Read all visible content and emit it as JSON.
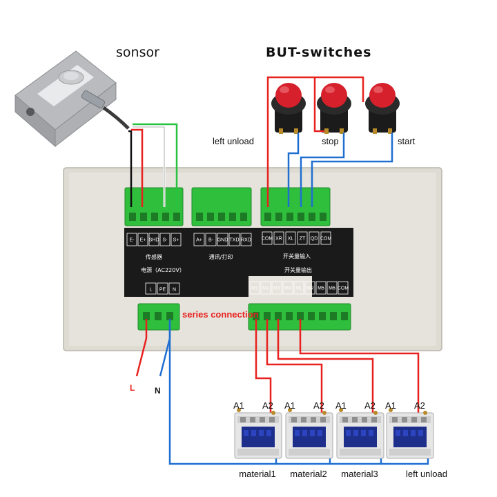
{
  "titles": {
    "sensor": "sonsor",
    "switches": "BUT-switches"
  },
  "button_labels": {
    "left_unload": "left unload",
    "stop": "stop",
    "start": "start"
  },
  "panel": {
    "sensor_terminals": [
      "E-",
      "E+",
      "SHD",
      "S-",
      "S+"
    ],
    "sensor_caption": "传感器",
    "comm_terminals": [
      "A+",
      "B-",
      "GND",
      "TXD",
      "RXD"
    ],
    "comm_caption": "通讯/打印",
    "input_terminals": [
      "COM",
      "XR",
      "XL",
      "ZT",
      "QD",
      "COM"
    ],
    "input_caption": "开关量输入",
    "power_caption": "电源（AC220V）",
    "power_terminals": [
      "L",
      "PE",
      "N"
    ],
    "output_caption": "开关量输出",
    "output_terminals": [
      "M1",
      "M2",
      "M3",
      "M4",
      "ML",
      "MR",
      "M5",
      "M6",
      "COM"
    ]
  },
  "series_connection": "series connection",
  "power_labels": {
    "L": "L",
    "N": "N"
  },
  "contactor_pins": {
    "a1": "A1",
    "a2": "A2"
  },
  "contactor_labels": [
    "material1",
    "material2",
    "material3",
    "left unload"
  ],
  "colors": {
    "panel": "#dedbd3",
    "label_plate": "#1a1a1a",
    "terminal_green": "#2fbf3c",
    "wire_red": "#e8211e",
    "wire_blue": "#1f6fd1",
    "wire_green": "#27c23f",
    "wire_black": "#111111",
    "button_red": "#d6202b",
    "contactor_body": "#e6e6e6",
    "contactor_blue": "#1d2f8a"
  }
}
